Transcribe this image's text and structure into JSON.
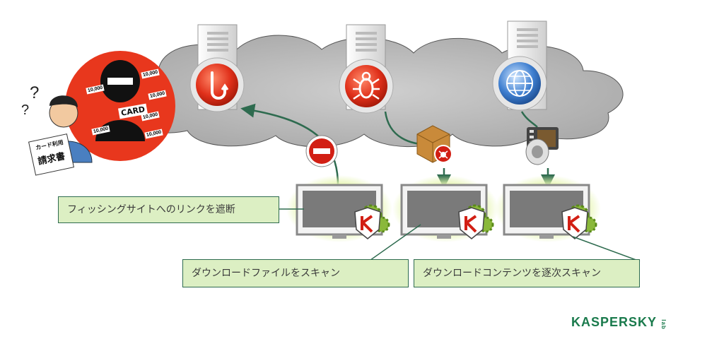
{
  "callouts": {
    "phishing_block": "フィッシングサイトへのリンクを遮断",
    "download_scan": "ダウンロードファイルをスキャン",
    "content_scan": "ダウンロードコンテンツを逐次スキャン"
  },
  "illustration": {
    "thief_shirt_label": "CARD",
    "money_labels": [
      "10,000",
      "10,000",
      "10,000",
      "10,000",
      "10,000",
      "10,000"
    ],
    "bill_header": "カード利用",
    "bill_title": "請求書",
    "confusion_marks": "?"
  },
  "servers": [
    {
      "name": "phishing-server",
      "icon": "fishhook-icon"
    },
    {
      "name": "malware-server",
      "icon": "bug-icon"
    },
    {
      "name": "web-server",
      "icon": "globe-icon"
    }
  ],
  "logo": {
    "text": "KASPERSKY",
    "suffix": "lab"
  },
  "colors": {
    "green_arrow": "#2e6b4f",
    "callout_fill": "#dcefc3",
    "danger_red": "#e8371d",
    "logo_green": "#1a7a4c"
  }
}
